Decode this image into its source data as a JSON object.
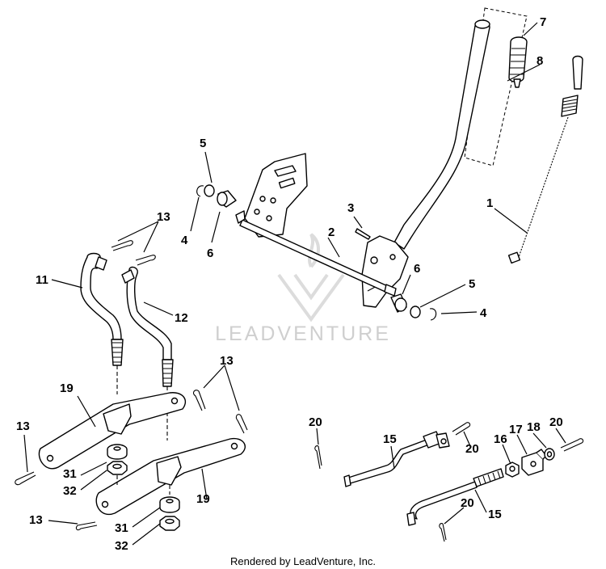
{
  "watermark": {
    "text": "LEADVENTURE"
  },
  "footer": {
    "credit": "Rendered by LeadVenture, Inc."
  },
  "callouts": {
    "c1": "1",
    "c2": "2",
    "c3": "3",
    "c4a": "4",
    "c4b": "4",
    "c5a": "5",
    "c5b": "5",
    "c6a": "6",
    "c6b": "6",
    "c7": "7",
    "c8": "8",
    "c11": "11",
    "c12": "12",
    "c13a": "13",
    "c13b": "13",
    "c13c": "13",
    "c13d": "13",
    "c15a": "15",
    "c15b": "15",
    "c16": "16",
    "c17": "17",
    "c18": "18",
    "c19a": "19",
    "c19b": "19",
    "c20a": "20",
    "c20b": "20",
    "c20c": "20",
    "c20d": "20",
    "c31a": "31",
    "c31b": "31",
    "c32a": "32",
    "c32b": "32"
  }
}
